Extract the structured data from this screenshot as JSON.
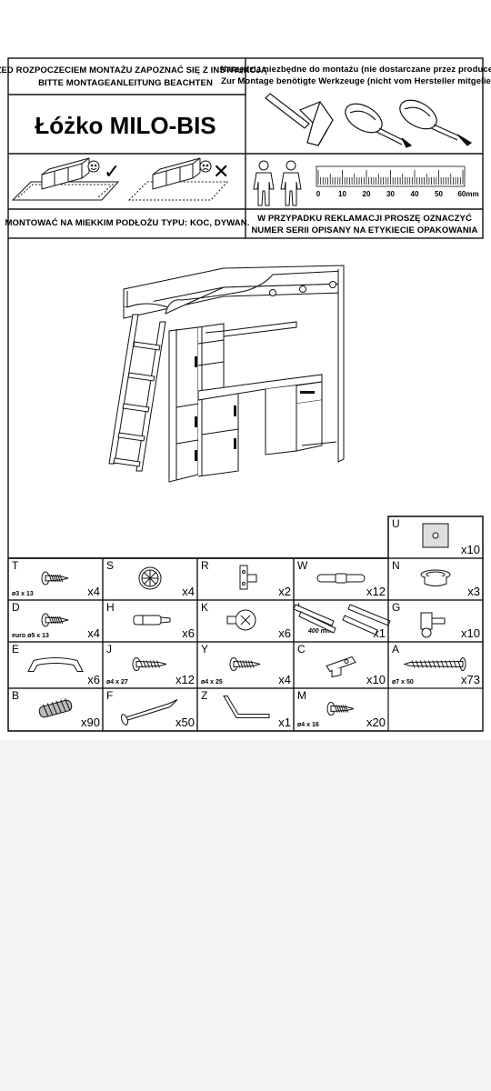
{
  "header": {
    "warning_pl": "PRZED ROZPOCZECIEM MONTAŻU ZAPOZNAĆ SIĘ Z INSTRUKCJĄ",
    "warning_de": "BITTE MONTAGEANLEITUNG BEACHTEN",
    "product_title": "Łóżko MILO-BIS",
    "tools_pl": "Narzędzia niezbędne do montażu (nie dostarczane przez producenta)",
    "tools_de": "Zur Montage benötigte Werkzeuge (nicht vom Hersteller mitgeliefert)",
    "floor_note": "MONTOWAĆ NA MIEKKIM PODŁOŻU TYPU: KOC, DYWAN.",
    "complaint_line1": "W PRZYPADKU REKLAMACJI PROSZĘ OZNACZYĆ",
    "complaint_line2": "NUMER SERII OPISANY NA ETYKIECIE OPAKOWANIA",
    "ruler_labels": [
      "0",
      "10",
      "20",
      "30",
      "40",
      "50",
      "60mm"
    ],
    "ok_mark": "✓",
    "bad_mark": "✕"
  },
  "parts": [
    {
      "letter": "U",
      "qty": "x10",
      "spec": ""
    },
    {
      "letter": "T",
      "qty": "x4",
      "spec": "ø3 x 13"
    },
    {
      "letter": "S",
      "qty": "x4",
      "spec": ""
    },
    {
      "letter": "R",
      "qty": "x2",
      "spec": ""
    },
    {
      "letter": "W",
      "qty": "x12",
      "spec": ""
    },
    {
      "letter": "N",
      "qty": "x3",
      "spec": ""
    },
    {
      "letter": "D",
      "qty": "x4",
      "spec": "euro ø5 x 13"
    },
    {
      "letter": "H",
      "qty": "x6",
      "spec": ""
    },
    {
      "letter": "K",
      "qty": "x6",
      "spec": ""
    },
    {
      "letter": "L",
      "qty": "x1",
      "spec": "400 mm"
    },
    {
      "letter": "G",
      "qty": "x10",
      "spec": ""
    },
    {
      "letter": "E",
      "qty": "x6",
      "spec": ""
    },
    {
      "letter": "J",
      "qty": "x12",
      "spec": "ø4 x 27"
    },
    {
      "letter": "Y",
      "qty": "x4",
      "spec": "ø4 x 25"
    },
    {
      "letter": "C",
      "qty": "x10",
      "spec": ""
    },
    {
      "letter": "A",
      "qty": "x73",
      "spec": "ø7 x 50"
    },
    {
      "letter": "B",
      "qty": "x90",
      "spec": ""
    },
    {
      "letter": "F",
      "qty": "x50",
      "spec": ""
    },
    {
      "letter": "Z",
      "qty": "x1",
      "spec": ""
    },
    {
      "letter": "M",
      "qty": "x20",
      "spec": "ø4 x 16"
    }
  ]
}
